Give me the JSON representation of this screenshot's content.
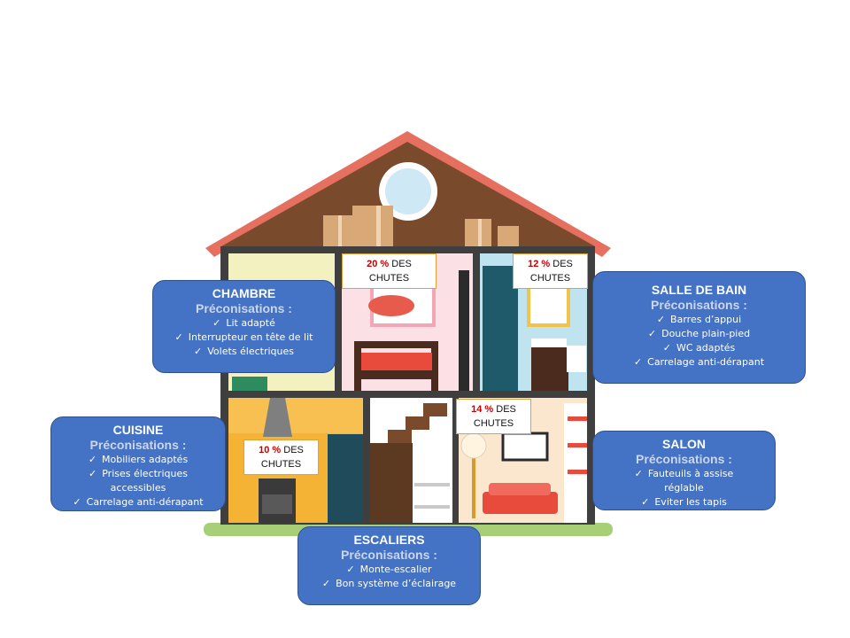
{
  "rooms": {
    "chambre": {
      "title": "CHAMBRE",
      "subtitle": "Préconisations :",
      "items": [
        "Lit adapté",
        "Interrupteur en tête de lit",
        "Volets électriques"
      ]
    },
    "salle_de_bain": {
      "title": "SALLE DE BAIN",
      "subtitle": "Préconisations :",
      "items": [
        "Barres d’appui",
        "Douche plain-pied",
        "WC adaptés",
        "Carrelage anti-dérapant"
      ]
    },
    "cuisine": {
      "title": "CUISINE",
      "subtitle": "Préconisations :",
      "items": [
        "Mobiliers adaptés",
        "Prises électriques",
        "Carrelage anti-dérapant"
      ],
      "item2_cont": "accessibles"
    },
    "salon": {
      "title": "SALON",
      "subtitle": "Préconisations :",
      "items": [
        "Fauteuils à assise",
        "Eviter les tapis"
      ],
      "item1_cont": "réglable"
    },
    "escaliers": {
      "title": "ESCALIERS",
      "subtitle": "Préconisations :",
      "items": [
        "Monte-escalier",
        "Bon système d’éclairage"
      ]
    }
  },
  "check_mark": "✓",
  "stats": {
    "chambre": {
      "pct": "20 %",
      "text1": " DES",
      "text2": "CHUTES"
    },
    "salle_de_bain": {
      "pct": "12 %",
      "text1": " DES",
      "text2": "CHUTES"
    },
    "cuisine": {
      "pct": "10 %",
      "text1": " DES",
      "text2": "CHUTES"
    },
    "salon": {
      "pct": "14 %",
      "text1": " DES",
      "text2": "CHUTES"
    }
  },
  "colors": {
    "callout_bg": "#4472c4",
    "roof": "#e5705f",
    "attic": "#7a4a2c",
    "frame": "#3f3f3f",
    "grass": "#a7cf78",
    "stat_red": "#c00000"
  },
  "icons": {
    "check": "check-icon",
    "house": "house-illustration"
  }
}
